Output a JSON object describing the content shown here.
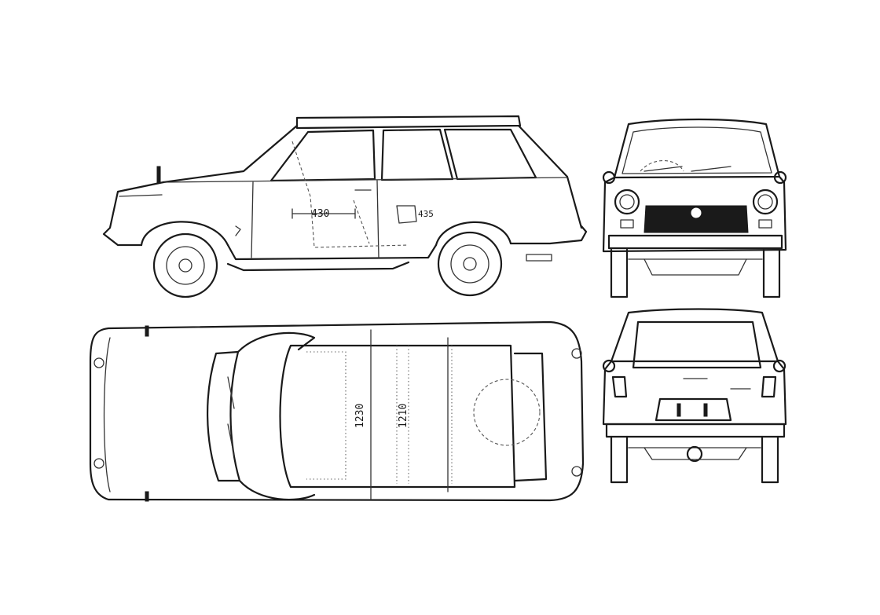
{
  "dimensions": {
    "side_door_width": "430",
    "side_fuel_cap": "435",
    "top_interior_a": "1230",
    "top_interior_b": "1210"
  },
  "colors": {
    "line": "#1a1a1a",
    "background": "#ffffff"
  }
}
